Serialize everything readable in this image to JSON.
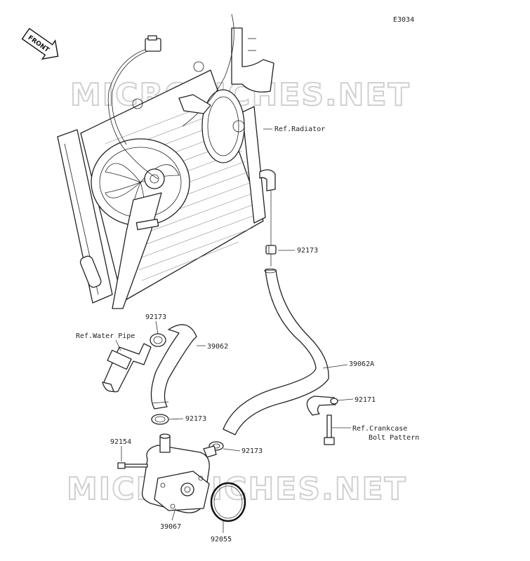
{
  "diagram_code": "E3034",
  "front_label": "FRONT",
  "watermark_text": "MICROFICHES.NET",
  "refs": {
    "radiator": "Ref.Radiator",
    "water_pipe": "Ref.Water Pipe",
    "crankcase_line1": "Ref.Crankcase",
    "crankcase_line2": "Bolt Pattern"
  },
  "parts": {
    "clamp_upper": "92173",
    "clamp_left": "92173",
    "hose_left": "39062",
    "hose_right": "39062A",
    "bracket": "92171",
    "clamp_lower_left": "92173",
    "clamp_lower_right": "92173",
    "bolt": "92154",
    "oil_cooler": "39067",
    "o_ring": "92055"
  }
}
